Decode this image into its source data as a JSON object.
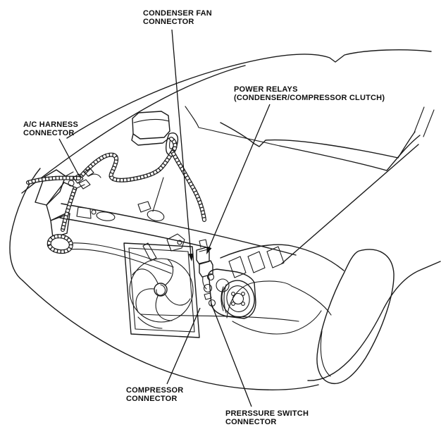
{
  "meta": {
    "type": "technical-line-diagram",
    "subject": "A/C system component locations in vehicle engine bay (front three-quarter view)"
  },
  "palette": {
    "background": "#ffffff",
    "line": "#1a1a1a",
    "text": "#0f0f0f"
  },
  "labels": [
    {
      "id": "condenser-fan-connector",
      "line1": "CONDENSER FAN",
      "line2": "CONNECTOR"
    },
    {
      "id": "power-relays",
      "line1": "POWER RELAYS",
      "line2": "(CONDENSER/COMPRESSOR CLUTCH)"
    },
    {
      "id": "ac-harness-connector",
      "line1": "A/C HARNESS",
      "line2": "CONNECTOR"
    },
    {
      "id": "compressor-connector",
      "line1": "COMPRESSOR",
      "line2": "CONNECTOR"
    },
    {
      "id": "pressure-switch-connector",
      "line1": "PRERSSURE SWITCH",
      "line2": "CONNECTOR"
    }
  ]
}
